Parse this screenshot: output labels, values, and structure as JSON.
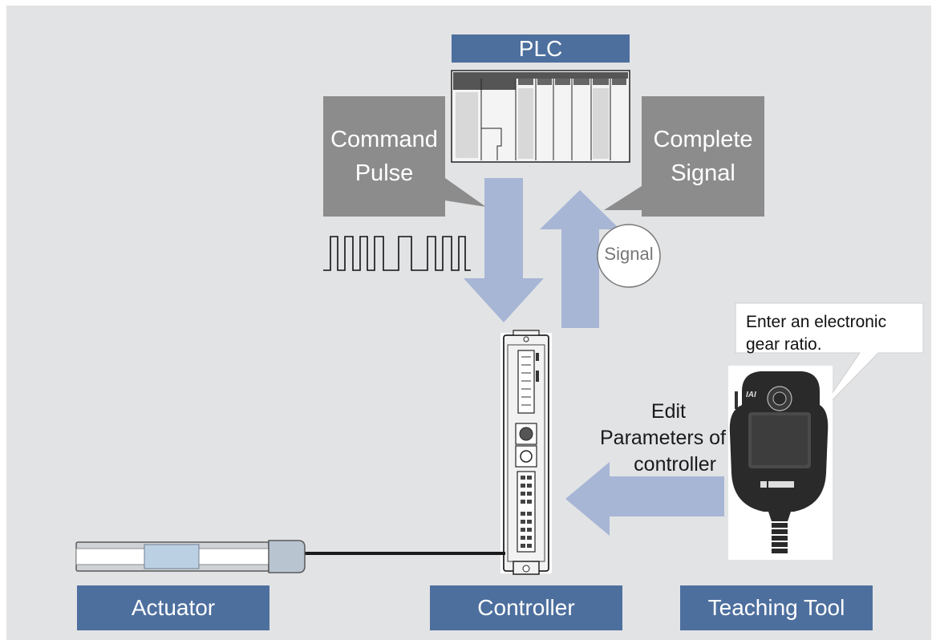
{
  "plc": {
    "label": "PLC"
  },
  "callouts": {
    "command": "Command Pulse",
    "command_lines": [
      "Command",
      "Pulse"
    ],
    "complete_lines": [
      "Complete",
      "Signal"
    ]
  },
  "signal_badge": "Signal",
  "edit_text": [
    "Edit",
    "Parameters of",
    "controller"
  ],
  "speech_bubble": [
    "Enter an electronic",
    "gear ratio."
  ],
  "pendant_brand": "IAI",
  "labels": {
    "actuator": "Actuator",
    "controller": "Controller",
    "teaching_tool": "Teaching Tool"
  },
  "colors": {
    "label_blue": "#4d6f9e",
    "callout_gray": "#8c8c8c",
    "arrow_blue": "#a7b6d5",
    "background": "#e2e3e5"
  },
  "icons": {
    "plc": "plc-rack-icon",
    "controller": "controller-unit-icon",
    "actuator": "linear-actuator-icon",
    "teaching_tool": "teaching-pendant-icon",
    "pulse": "pulse-waveform-icon"
  }
}
